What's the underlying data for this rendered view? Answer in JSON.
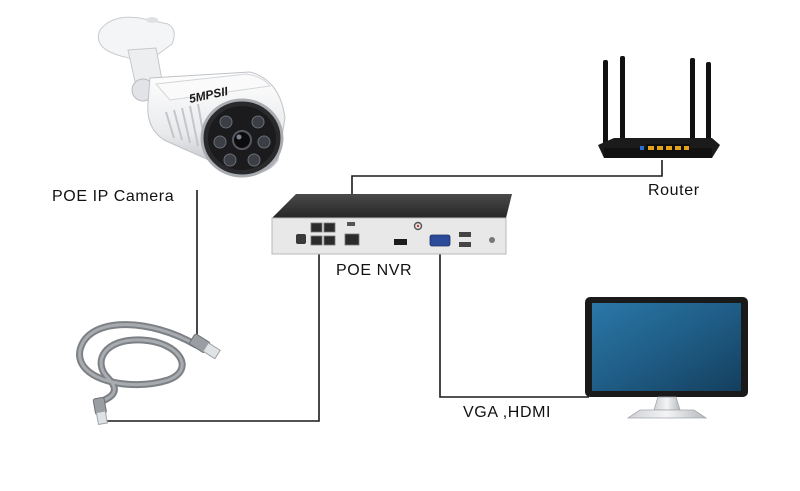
{
  "labels": {
    "camera": "POE IP Camera",
    "router": "Router",
    "nvr": "POE NVR",
    "display": "VGA ,HDMI"
  },
  "camera_logo": "5MPSII",
  "colors": {
    "wire": "#1a1a1a",
    "nvr_top": "#3a3a3a",
    "nvr_front": "#e8e8e8",
    "router_body": "#1b1b1b",
    "router_ports": "#e3a21a",
    "monitor_screen": "#1f5d86",
    "cable": "#8a8e93"
  },
  "icons": [
    "poe-ip-camera-icon",
    "router-icon",
    "poe-nvr-icon",
    "network-cable-icon",
    "monitor-icon"
  ]
}
